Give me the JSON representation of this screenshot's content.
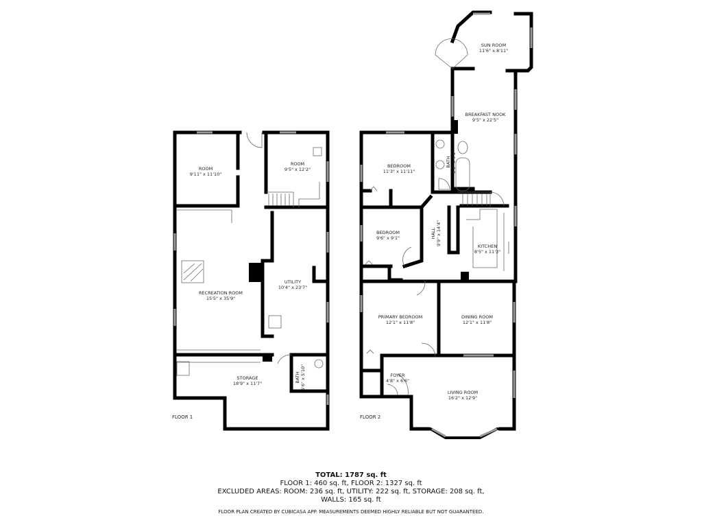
{
  "floor1": {
    "label": "FLOOR 1",
    "rooms": [
      {
        "name": "ROOM",
        "size": "9'11\" x 11'10\""
      },
      {
        "name": "ROOM",
        "size": "9'5\" x 12'2\""
      },
      {
        "name": "RECREATION ROOM",
        "size": "15'5\" x 35'9\""
      },
      {
        "name": "UTILITY",
        "size": "10'4\" x 23'7\""
      },
      {
        "name": "STORAGE",
        "size": "18'9\" x 11'7\""
      },
      {
        "name": "BATH",
        "size": "5'6\" x 5'10\""
      }
    ]
  },
  "floor2": {
    "label": "FLOOR 2",
    "rooms": [
      {
        "name": "SUN ROOM",
        "size": "11'6\" x 8'11\""
      },
      {
        "name": "BREAKFAST NOOK",
        "size": "9'5\" x 22'5\""
      },
      {
        "name": "BEDROOM",
        "size": "11'3\" x 11'11\""
      },
      {
        "name": "BATH",
        "size": "6'0\" x 9'1\""
      },
      {
        "name": "BEDROOM",
        "size": "9'6\" x 9'1\""
      },
      {
        "name": "HALL",
        "size": "9'9\" x 14'4\""
      },
      {
        "name": "KITCHEN",
        "size": "8'5\" x 11'3\""
      },
      {
        "name": "PRIMARY BEDROOM",
        "size": "12'1\" x 11'8\""
      },
      {
        "name": "DINING ROOM",
        "size": "12'1\" x 11'8\""
      },
      {
        "name": "FOYER",
        "size": "4'8\" x 6'6\""
      },
      {
        "name": "LIVING ROOM",
        "size": "16'2\" x 12'9\""
      }
    ]
  },
  "summary": {
    "total": "TOTAL: 1787 sq. ft",
    "floors": "FLOOR 1: 460 sq. ft, FLOOR 2: 1327 sq. ft",
    "excluded": "EXCLUDED AREAS: ROOM: 236 sq. ft, UTILITY: 222 sq. ft, STORAGE: 208 sq. ft,",
    "walls": "WALLS: 165 sq. ft"
  },
  "credit": "FLOOR PLAN CREATED BY CUBICASA APP. MEASUREMENTS DEEMED HIGHLY RELIABLE BUT NOT GUARANTEED.",
  "colors": {
    "wall": "#000000",
    "window": "#999999"
  }
}
